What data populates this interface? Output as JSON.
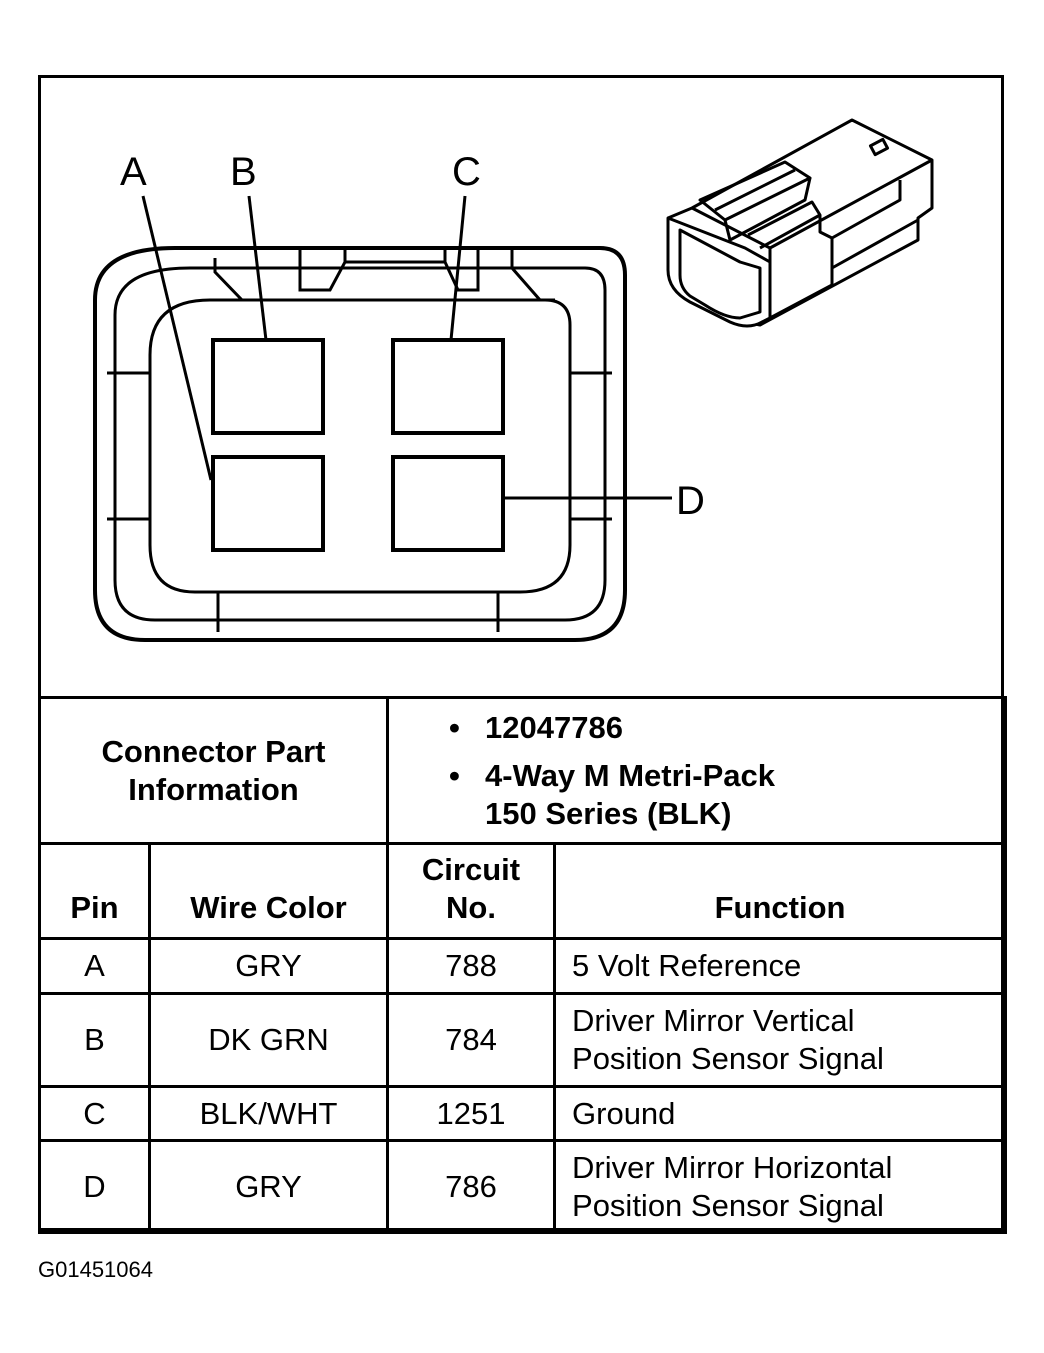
{
  "diagram": {
    "pin_labels": [
      "A",
      "B",
      "C",
      "D"
    ]
  },
  "connector_info": {
    "label": "Connector Part Information",
    "label_line1": "Connector Part",
    "label_line2": "Information",
    "bullets": [
      "12047786",
      "4-Way M Metri-Pack 150 Series (BLK)"
    ],
    "bullet2_line1": "4-Way M Metri-Pack",
    "bullet2_line2": "150 Series (BLK)"
  },
  "table": {
    "headers": {
      "pin": "Pin",
      "wire_color": "Wire Color",
      "circuit_line1": "Circuit",
      "circuit_line2": "No.",
      "function": "Function"
    },
    "rows": [
      {
        "pin": "A",
        "wire_color": "GRY",
        "circuit": "788",
        "function_line1": "5 Volt Reference",
        "function_line2": ""
      },
      {
        "pin": "B",
        "wire_color": "DK GRN",
        "circuit": "784",
        "function_line1": "Driver Mirror Vertical",
        "function_line2": "Position Sensor Signal"
      },
      {
        "pin": "C",
        "wire_color": "BLK/WHT",
        "circuit": "1251",
        "function_line1": "Ground",
        "function_line2": ""
      },
      {
        "pin": "D",
        "wire_color": "GRY",
        "circuit": "786",
        "function_line1": "Driver Mirror Horizontal",
        "function_line2": "Position Sensor Signal"
      }
    ]
  },
  "figure_id": "G01451064"
}
